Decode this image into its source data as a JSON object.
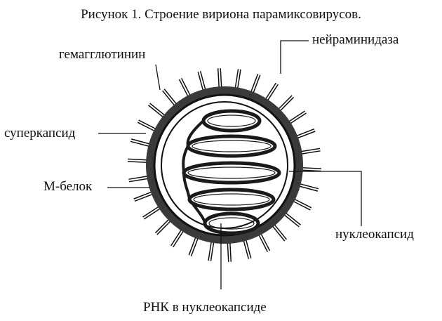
{
  "title": "Рисунок 1. Строение вириона парамиксовирусов.",
  "labels": {
    "hemagglutinin": "гемагглютинин",
    "neuraminidase": "нейраминидаза",
    "supercapsid": "суперкапсид",
    "m_protein": "М-белок",
    "nucleocapsid": "нуклеокапсид",
    "rna": "РНК в нуклеокапсиде"
  },
  "colors": {
    "ink": "#111111",
    "envelope": "#3a3a3a",
    "background": "#ffffff"
  }
}
